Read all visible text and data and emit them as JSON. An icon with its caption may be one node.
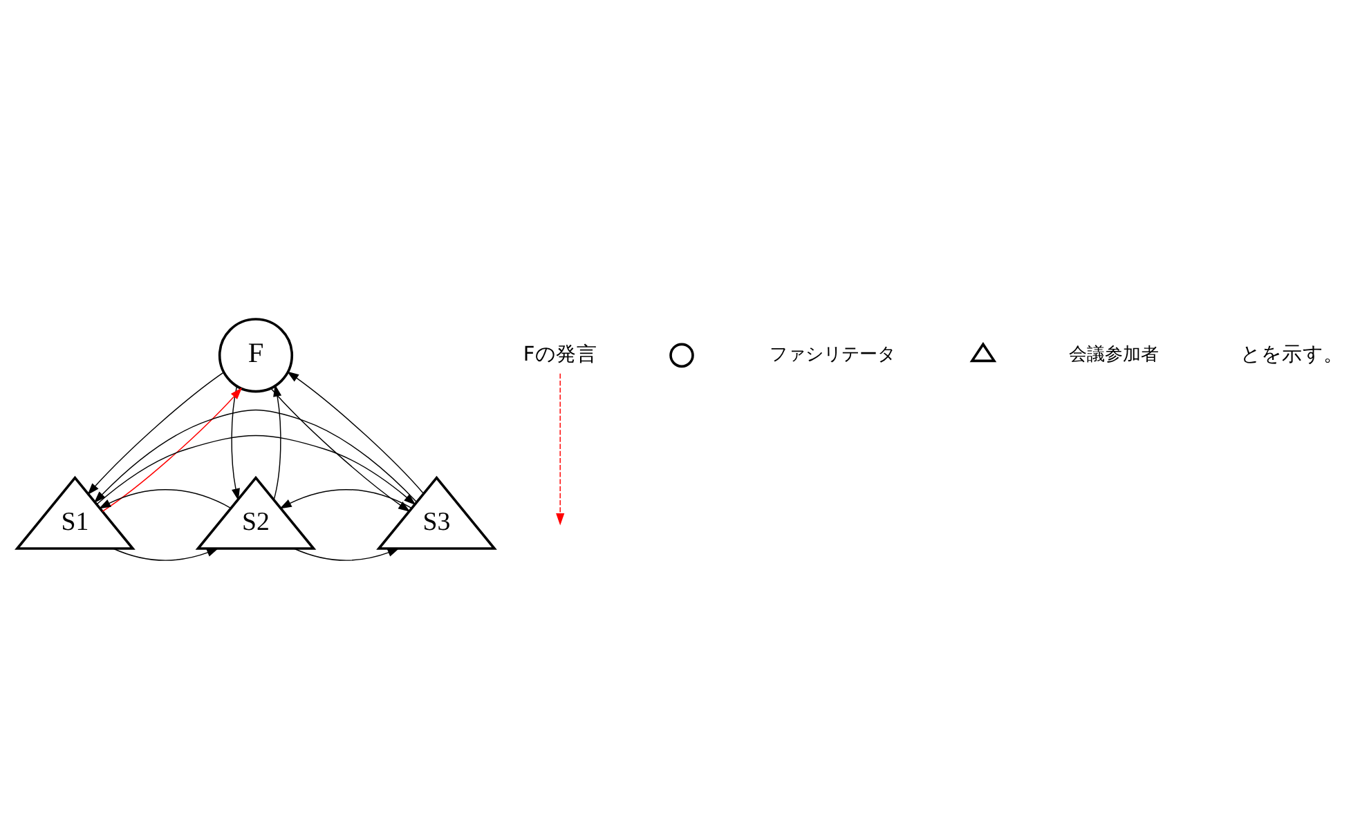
{
  "diagram": {
    "nodes": [
      {
        "text": [
          "F"
        ]
      },
      {
        "text": [
          "S1"
        ]
      },
      {
        "text": [
          "S2"
        ]
      },
      {
        "text": [
          "S3"
        ]
      },
      {
        "text": [
          "Fの発言"
        ]
      },
      {
        "text": [],
        "shape": "circle"
      },
      {
        "text": [],
        "shape": "triangle"
      }
    ],
    "edges": [
      {
        "from": 0,
        "to": 1,
        "arrow": "to"
      },
      {
        "from": 1,
        "to": 0,
        "arrow": "to",
        "color": "#ff0000"
      },
      {
        "from": 0,
        "to": 2,
        "arrow": "to"
      },
      {
        "from": 2,
        "to": 0,
        "arrow": "to"
      },
      {
        "from": 0,
        "to": 3,
        "arrow": "to"
      },
      {
        "from": 3,
        "to": 0,
        "arrow": "to"
      },
      {
        "from": 1,
        "to": 2,
        "arrow": "to"
      },
      {
        "from": 2,
        "to": 1,
        "arrow": "to"
      },
      {
        "from": 2,
        "to": 3,
        "arrow": "to"
      },
      {
        "from": 3,
        "to": 2,
        "arrow": "to"
      },
      {
        "from": 1,
        "to": 3,
        "arrow": "to"
      },
      {
        "from": 3,
        "to": 1,
        "arrow": "to"
      },
      {
        "from": 4,
        "to": null,
        "arrow": "to",
        "style": "dashed",
        "color": "#ff0000"
      }
    ],
    "labels": [
      "とを示す。"
    ],
    "legend": [
      {
        "text": "ファシリテータ"
      },
      {
        "text": "会議参加者"
      }
    ]
  }
}
